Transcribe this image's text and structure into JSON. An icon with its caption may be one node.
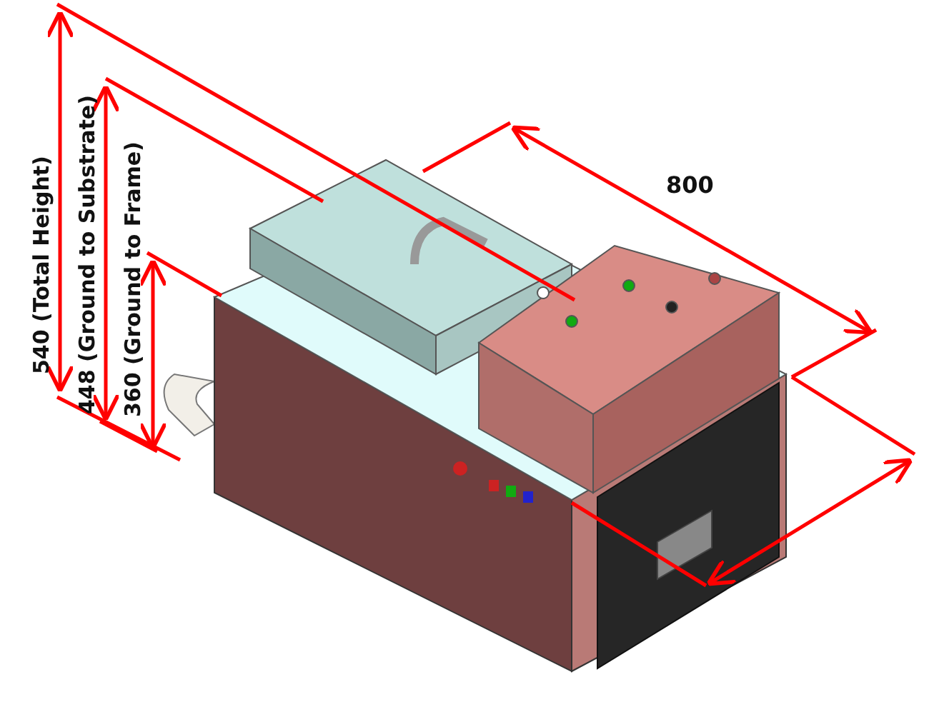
{
  "diagram": {
    "labels": [
      "540 (Total Height)",
      "448 (Ground to Substrate)",
      "360 (Ground to Frame)",
      "800"
    ]
  }
}
